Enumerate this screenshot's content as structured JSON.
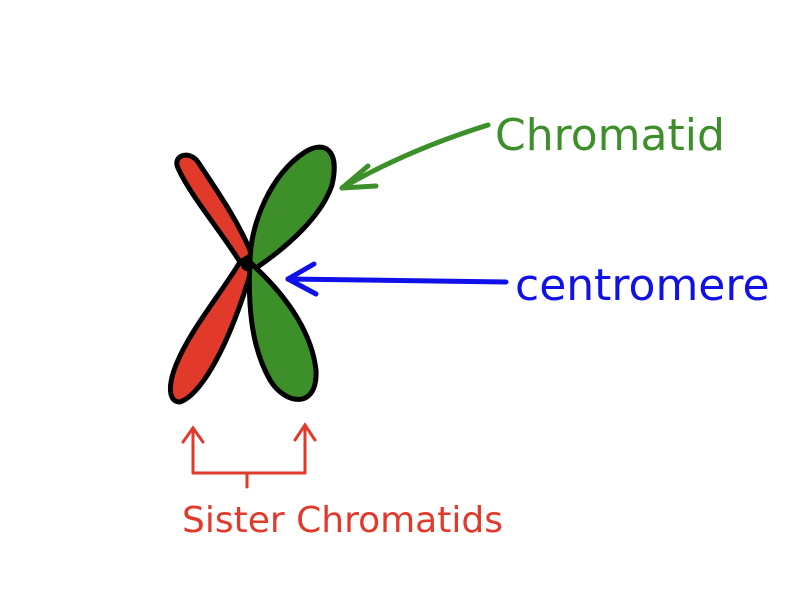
{
  "labels": {
    "chromatid": "Chromatid",
    "centromere": "centromere",
    "sister_chromatids": "Sister Chromatids"
  },
  "colors": {
    "chromatid_green": "#3d8f2a",
    "centromere_blue": "#1010e8",
    "sister_red": "#e23a2a",
    "outline": "#000000",
    "background": "#ffffff"
  }
}
